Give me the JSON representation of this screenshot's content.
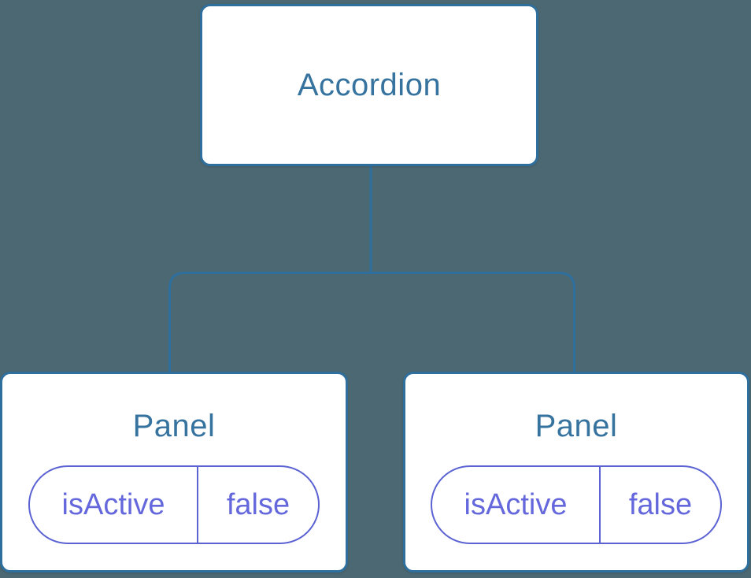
{
  "colors": {
    "background": "#4C6872",
    "node_fill": "#FFFFFF",
    "node_border": "#2E6F9E",
    "node_text": "#36739F",
    "connector": "#2E6F9E",
    "pill_border": "#5B62D3",
    "pill_text": "#6568DC"
  },
  "diagram": {
    "root": {
      "label": "Accordion"
    },
    "children": [
      {
        "label": "Panel",
        "state": {
          "name": "isActive",
          "value": "false"
        }
      },
      {
        "label": "Panel",
        "state": {
          "name": "isActive",
          "value": "false"
        }
      }
    ]
  }
}
